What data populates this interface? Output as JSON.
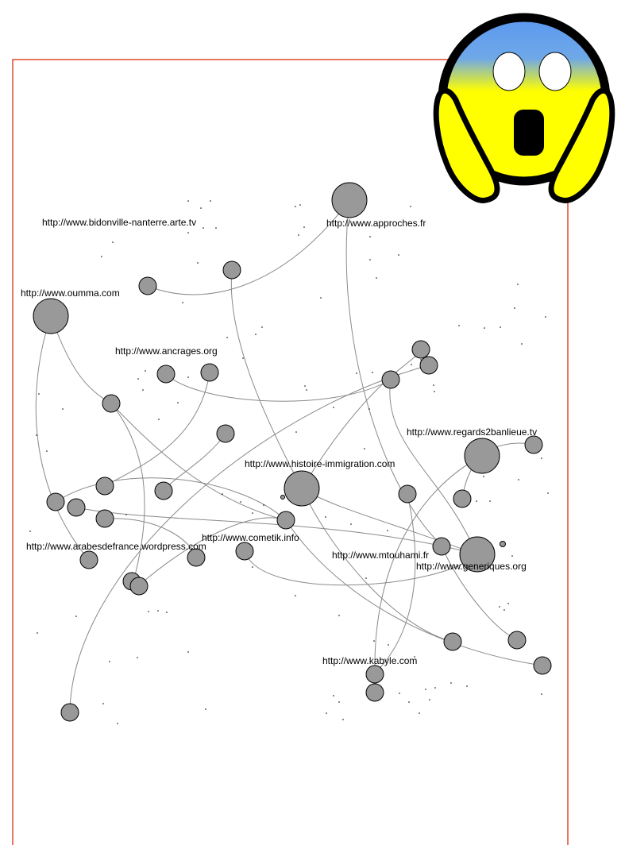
{
  "graph": {
    "frame_color": "#e2482b",
    "node_color": "#999999",
    "edge_color": "#8a8a8a",
    "labels": [
      "http://www.bidonville-nanterre.arte.tv",
      "http://www.approches.fr",
      "http://www.oumma.com",
      "http://www.ancrages.org",
      "http://www.regards2banlieue.tv",
      "http://www.histoire-immigration.com",
      "http://www.cometik.info",
      "http://www.arabesdefrance.wordpress.com",
      "http://www.mtouhami.fr",
      "http://www.generiques.org",
      "http://www.kabyle.com"
    ]
  },
  "emoji": {
    "icon": "screaming-face-emoji",
    "colors": {
      "top": "#5b98f0",
      "face": "#ffff00",
      "outline": "#000000"
    }
  }
}
